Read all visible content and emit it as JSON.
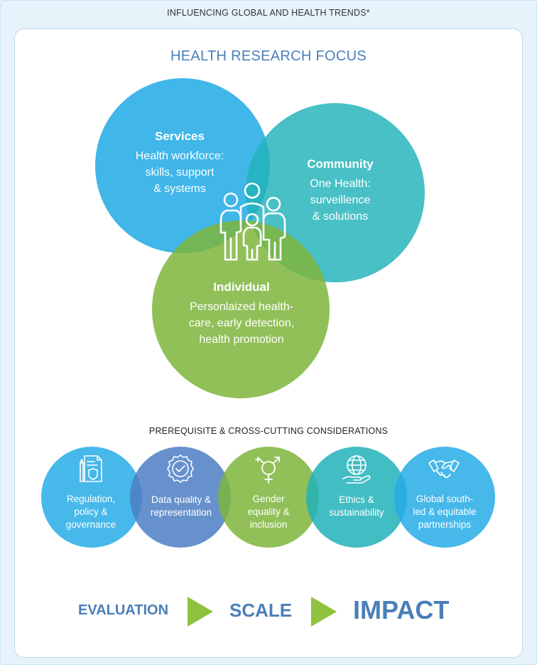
{
  "header": {
    "title": "INFLUENCING GLOBAL AND HEALTH TRENDS*"
  },
  "focus": {
    "title": "HEALTH RESEARCH FOCUS",
    "services": {
      "heading": "Services",
      "body": [
        "Health workforce:",
        "skills, support",
        "& systems"
      ]
    },
    "community": {
      "heading": "Community",
      "body": [
        "One Health:",
        "surveillence",
        "& solutions"
      ]
    },
    "individual": {
      "heading": "Individual",
      "body": [
        "Personlaized health-",
        "care, early detection,",
        "health promotion"
      ]
    },
    "center_icon": "family-icon"
  },
  "considerations": {
    "title": "PREREQUISITE & CROSS-CUTTING CONSIDERATIONS",
    "items": [
      {
        "icon": "document-shield-icon",
        "lines": [
          "Regulation,",
          "policy &",
          "governance"
        ]
      },
      {
        "icon": "quality-badge-icon",
        "lines": [
          "Data quality &",
          "representation"
        ]
      },
      {
        "icon": "gender-symbol-icon",
        "lines": [
          "Gender",
          "equality &",
          "inclusion"
        ]
      },
      {
        "icon": "globe-hand-icon",
        "lines": [
          "Ethics &",
          "sustainability"
        ]
      },
      {
        "icon": "handshake-icon",
        "lines": [
          "Global south-",
          "led & equitable",
          "partnerships"
        ]
      }
    ]
  },
  "pathway": {
    "evaluation": "EVALUATION",
    "scale": "SCALE",
    "impact": "IMPACT"
  },
  "colors": {
    "services": "#26ace6",
    "community": "#21b2b9",
    "individual": "#7eb53c",
    "data_quality": "#4c7ec4",
    "title_blue": "#4a7fb8",
    "arrow_green": "#8fc33f"
  }
}
